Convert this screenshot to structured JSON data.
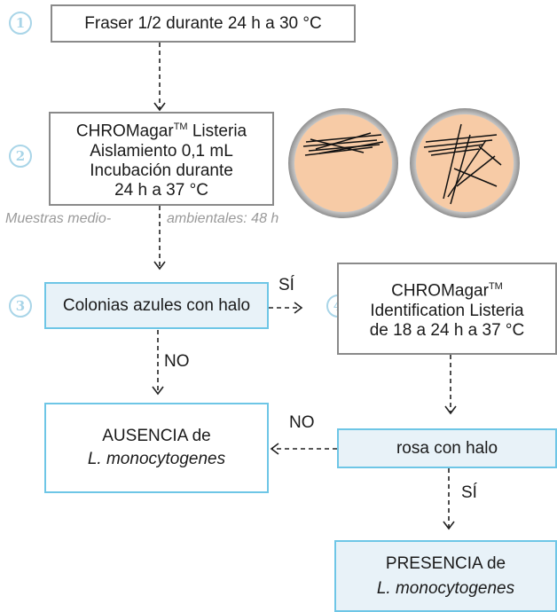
{
  "steps": [
    "1",
    "2",
    "3",
    "4"
  ],
  "boxes": {
    "step1": "Fraser 1/2 durante 24 h a 30 °C",
    "step2": {
      "line1_main": "CHROMagar",
      "line1_tm": "TM",
      "line1_tail": " Listeria",
      "line2": "Aislamiento 0,1 mL",
      "line3": "Incubación durante",
      "line4": "24 h a 37 °C"
    },
    "step3": "Colonias azules con halo",
    "step4": {
      "line1_main": "CHROMagar",
      "line1_tm": "TM",
      "line2": "Identification Listeria",
      "line3": "de 18 a 24 h a 37 °C"
    },
    "absence": {
      "line1": "AUSENCIA de",
      "line2": "L. monocytogenes"
    },
    "pink": "rosa con halo",
    "presence": {
      "line1": "PRESENCIA de",
      "line2": "L. monocytogenes"
    }
  },
  "note": {
    "part1": "Muestras medio-",
    "part2": "ambientales: 48 h"
  },
  "labels": {
    "si_1": "SÍ",
    "no_1": "NO",
    "no_2": "NO",
    "si_2": "SÍ"
  },
  "colors": {
    "gray_border": "#8a8a8a",
    "blue_border": "#6ec6e6",
    "blue_fill": "#e8f2f8",
    "step_circle": "#a9d5e8",
    "plate_agar": "#f7cba6"
  }
}
